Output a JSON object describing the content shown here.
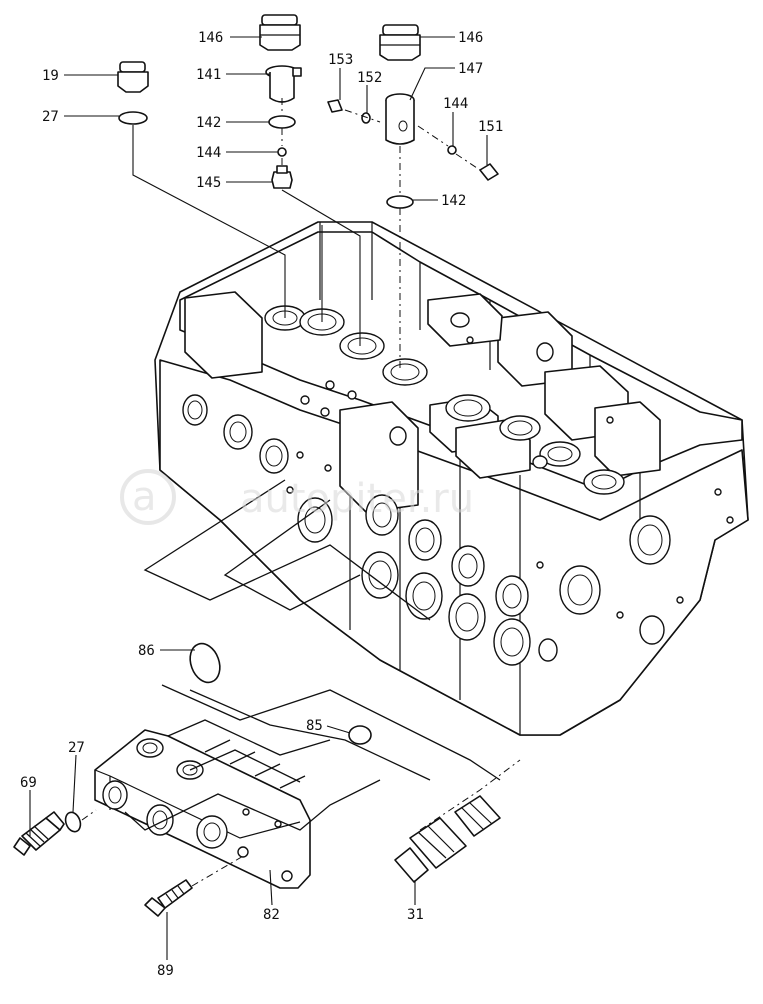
{
  "watermark": "autopiter.ru",
  "callouts": {
    "c146a": "146",
    "c146b": "146",
    "c141": "141",
    "c19": "19",
    "c153": "153",
    "c152": "152",
    "c147": "147",
    "c27a": "27",
    "c142a": "142",
    "c144a": "144",
    "c144b": "144",
    "c151": "151",
    "c145": "145",
    "c142b": "142",
    "c86": "86",
    "c85": "85",
    "c27b": "27",
    "c69": "69",
    "c82": "82",
    "c31": "31",
    "c89": "89"
  }
}
